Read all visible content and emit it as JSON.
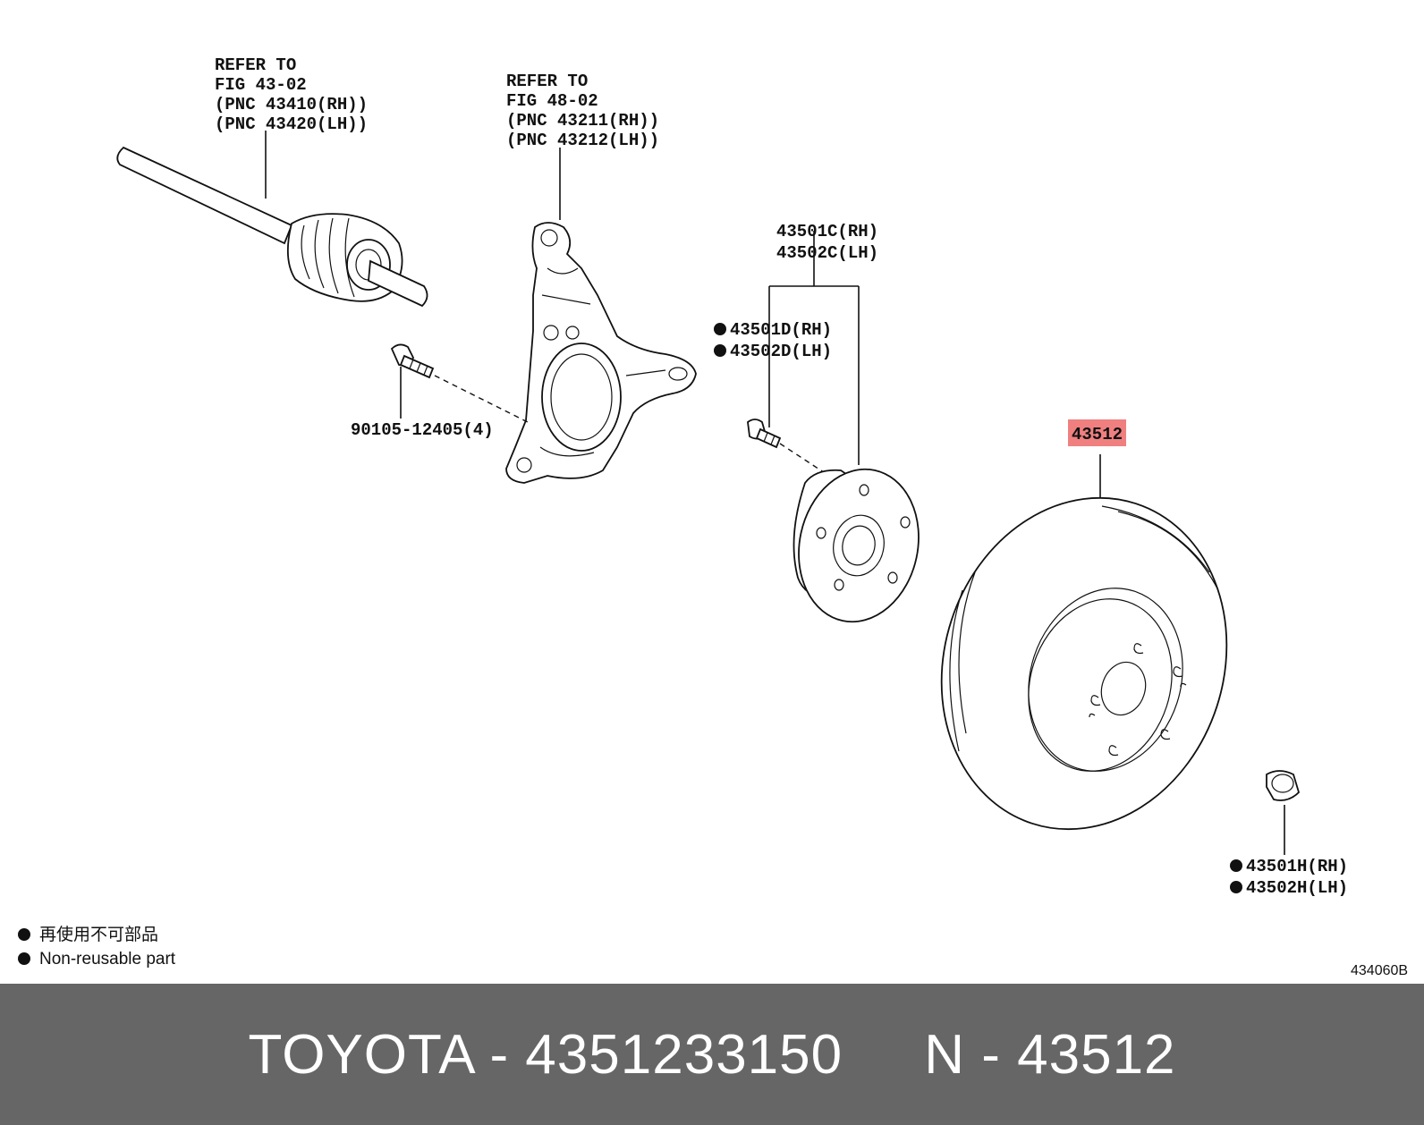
{
  "callouts": {
    "driveshaft_ref": [
      "REFER TO",
      "FIG 43-02",
      "(PNC 43410(RH))",
      "(PNC 43420(LH))"
    ],
    "knuckle_ref": [
      "REFER TO",
      "FIG 48-02",
      "(PNC 43211(RH))",
      "(PNC 43212(LH))"
    ],
    "hub_assy": [
      "43501C(RH)",
      "43502C(LH)"
    ],
    "hub_bolt": [
      "43501D(RH)",
      "43502D(LH)"
    ],
    "knuckle_bolt": "90105-12405(4)",
    "disc": "43512",
    "hub_nut": [
      "43501H(RH)",
      "43502H(LH)"
    ]
  },
  "legend": {
    "line1": "再使用不可部品",
    "line2": "Non-reusable part"
  },
  "figure_code": "434060B",
  "footer": {
    "text": "TOYOTA - 4351233150     N - 43512"
  },
  "colors": {
    "highlight": "#f08080",
    "footer_bg": "#666666"
  },
  "icons": {
    "non_reusable_marker": "filled-circle"
  }
}
